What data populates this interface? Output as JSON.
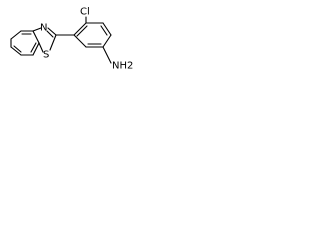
{
  "molecule": {
    "atoms": {
      "sulfur": "S",
      "nitrogen": "N",
      "chlorine": "Cl",
      "amine": "NH2"
    }
  },
  "colors": {
    "bond": "#000000",
    "label": "#000000",
    "background": "#ffffff"
  }
}
